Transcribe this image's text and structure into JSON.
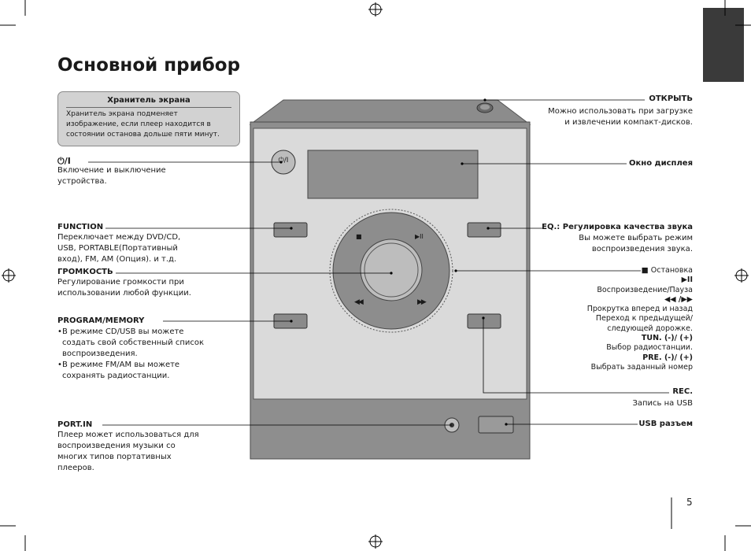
{
  "page": {
    "title": "Основной прибор",
    "page_number": "5"
  },
  "screensaver_note": {
    "title": "Хранитель экрана",
    "text": "Хранитель экрана подменяет изображение, если плеер находится в состоянии останова дольше пяти минут."
  },
  "left": {
    "power": {
      "label": "⏻/I",
      "text": "Включение и выключение устройства."
    },
    "function": {
      "label": "FUNCTION",
      "text": "Переключает между DVD/CD, USB, PORTABLE(Портативный вход), FM, AM (Опция). и т.д."
    },
    "volume": {
      "label": "ГРОМКОСТЬ",
      "text": "Регулирование громкости при использовании любой функции."
    },
    "program": {
      "label": "PROGRAM/MEMORY",
      "items": [
        "В режиме CD/USB вы можете создать свой собственный список воспроизведения.",
        "В режиме FM/AM вы можете сохранять радиостанции."
      ]
    },
    "port_in": {
      "label": "PORT.IN",
      "text": "Плеер может использоваться для воспроизведения музыки со многих типов портативных плееров."
    }
  },
  "right": {
    "open": {
      "label": "ОТКРЫТЬ",
      "text": "Можно использовать при загрузке и извлечении компакт-дисков."
    },
    "display": {
      "label": "Окно дисплея"
    },
    "eq": {
      "label": "EQ.: Регулировка качества звука",
      "text": "Вы можете выбрать режим воспроизведения звука."
    },
    "controls": {
      "stop": "■ Остановка",
      "play_symbol": "▶II",
      "play": "Воспроизведение/Пауза",
      "skip_symbol": "◀◀ /▶▶",
      "skip1": "Прокрутка вперед и назад",
      "skip2": "Переход к предыдущей/",
      "skip3": "следующей дорожке.",
      "tun_label": "TUN. (-)/ (+)",
      "tun": "Выбор радиостанции.",
      "pre_label": "PRE. (-)/ (+)",
      "pre": "Выбрать заданный номер"
    },
    "rec": {
      "label": "REC.",
      "text": "Запись на  USB"
    },
    "usb": {
      "label": "USB разъем"
    }
  },
  "device": {
    "power_button": "⏻/I",
    "stop_symbol": "■",
    "play_symbol": "▶II",
    "rew_symbol": "◀◀",
    "ff_symbol": "▶▶"
  }
}
